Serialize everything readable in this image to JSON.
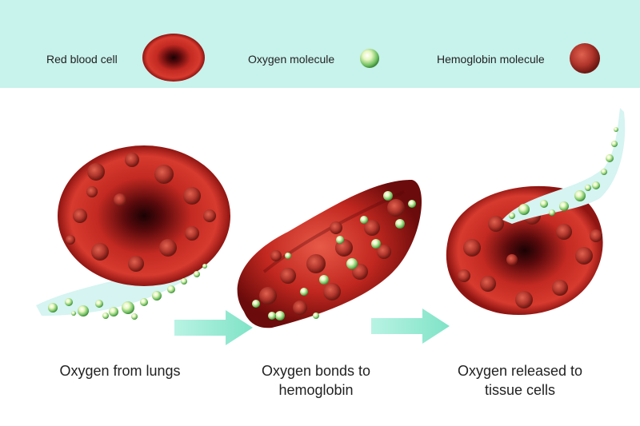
{
  "legend": {
    "items": [
      {
        "label": "Red blood cell",
        "icon": "red-blood-cell-icon"
      },
      {
        "label": "Oxygen molecule",
        "icon": "oxygen-molecule-icon"
      },
      {
        "label": "Hemoglobin molecule",
        "icon": "hemoglobin-molecule-icon"
      }
    ]
  },
  "steps": [
    {
      "caption_line1": "Oxygen from lungs",
      "caption_line2": ""
    },
    {
      "caption_line1": "Oxygen bonds to",
      "caption_line2": "hemoglobin"
    },
    {
      "caption_line1": "Oxygen released to",
      "caption_line2": "tissue cells"
    }
  ],
  "colors": {
    "legend_background": "#c8f2ec",
    "cell_red": "#c9261f",
    "cell_dark": "#3a0508",
    "hemoglobin": "#a8332a",
    "oxygen_green": "#9fe08a",
    "stream_cyan": "#d5f4f2",
    "arrow_mint": "#8ee8cf"
  }
}
